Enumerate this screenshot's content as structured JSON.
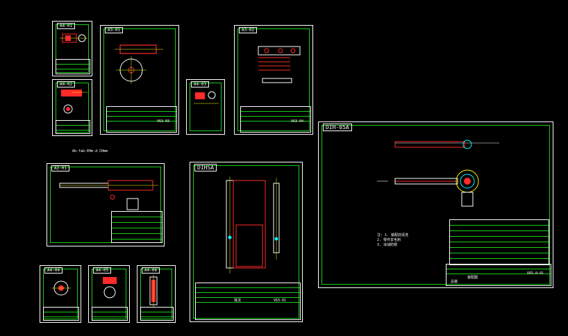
{
  "floating_caption": "Ab-fab-EHm-d CHmm",
  "sheets": {
    "a": {
      "tag": "A4-01"
    },
    "b": {
      "tag": "A4-02"
    },
    "c": {
      "tag": "A3-01",
      "title": "V63-03"
    },
    "d": {
      "tag": "A4-03"
    },
    "e": {
      "tag": "A3-02",
      "title": "V63-04"
    },
    "f": {
      "tag": "A2-01"
    },
    "g": {
      "tag": "DIHSA",
      "title": "V63-01",
      "block_label": "铁法"
    },
    "h": {
      "tag": "DIH-05A",
      "title": "V65-0-01",
      "block_label": "装配图",
      "block_sub": "总装"
    },
    "i": {
      "tag": "A4-04"
    },
    "j": {
      "tag": "A4-05"
    },
    "k": {
      "tag": "A4-06"
    }
  },
  "tech_notes": [
    "注: 1. 装配前清洗",
    "2. 零件去毛刺",
    "3. 涂油防锈"
  ],
  "colors": {
    "sheet": "#ffffff",
    "frame": "#19d019",
    "part": "#ff2a2a",
    "dim": "#ffff00",
    "hole": "#00ffff"
  }
}
